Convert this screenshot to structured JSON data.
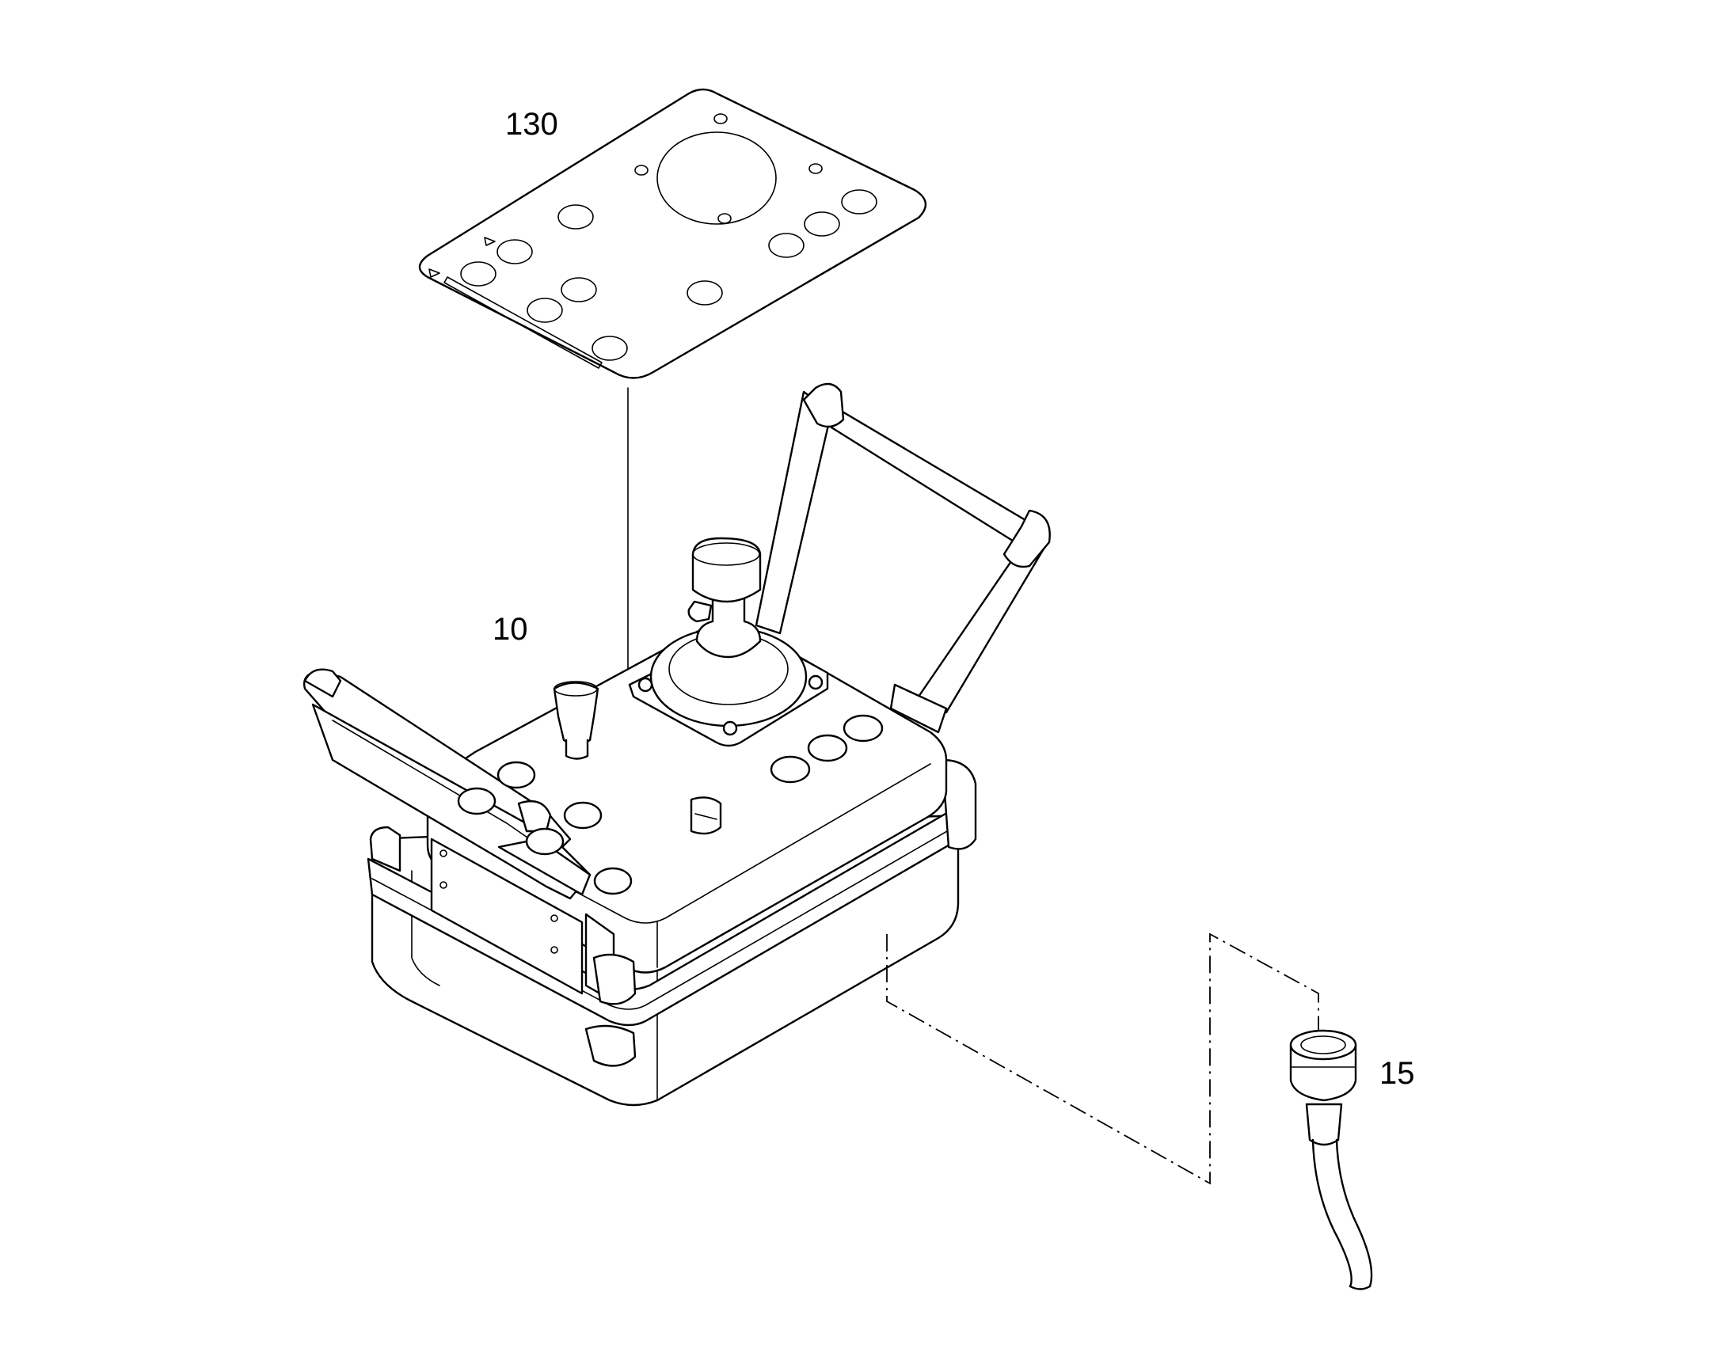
{
  "callouts": {
    "label_130": "130",
    "label_10": "10",
    "label_15": "15"
  },
  "colors": {
    "line": "#000000",
    "background": "#ffffff"
  }
}
